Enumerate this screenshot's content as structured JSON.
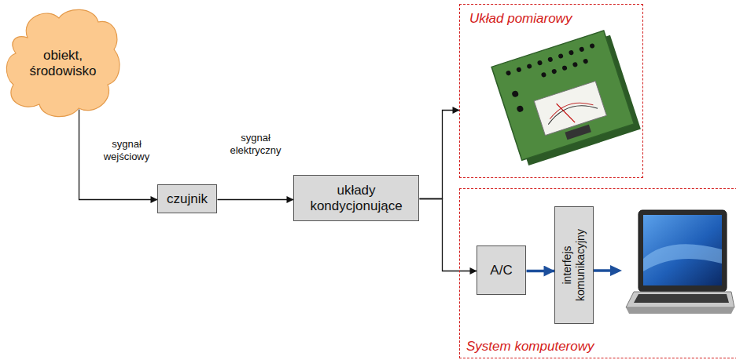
{
  "diagram": {
    "nodes": [
      {
        "text": [
          "obiekt, środowisko"
        ]
      },
      {
        "text": [
          "czujnik"
        ]
      },
      {
        "text": [
          "układy kondycjonujące"
        ]
      },
      {
        "text": [
          "Układ pomiarowy"
        ]
      },
      {
        "text": [
          "System komputerowy"
        ]
      },
      {
        "text": [
          "A/C"
        ],
        "in": 4
      },
      {
        "text": [
          "interfejs komunikacyjny"
        ],
        "in": 4
      }
    ],
    "edges": [
      {
        "from": 0,
        "to": 1,
        "arrow": "to",
        "label": "sygnał wejściowy"
      },
      {
        "from": 1,
        "to": 2,
        "arrow": "to",
        "label": "sygnał elektryczny"
      },
      {
        "from": 2,
        "to": 3,
        "arrow": "to"
      },
      {
        "from": 2,
        "to": 5,
        "arrow": "to"
      },
      {
        "from": 5,
        "to": 6,
        "arrow": "to"
      }
    ]
  }
}
